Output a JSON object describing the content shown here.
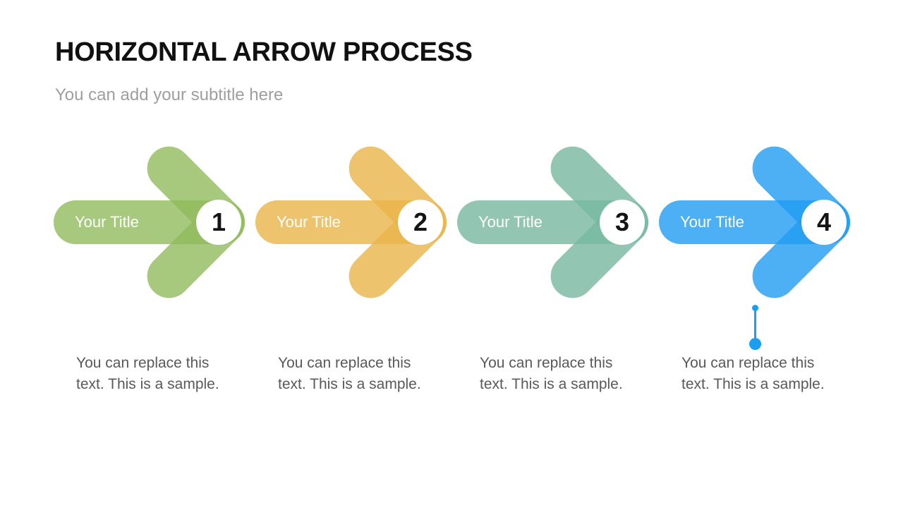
{
  "slide": {
    "title": "HORIZONTAL ARROW PROCESS",
    "subtitle": "You can add your subtitle here"
  },
  "steps": [
    {
      "number": "1",
      "title": "Your Title",
      "description_line1": "You can replace this",
      "description_line2": "text. This is a sample.",
      "color_name": "green",
      "color_rgb": "145,187,93"
    },
    {
      "number": "2",
      "title": "Your Title",
      "description_line1": "You can replace this",
      "description_line2": "text. This is a sample.",
      "color_name": "amber",
      "color_rgb": "234,180,72"
    },
    {
      "number": "3",
      "title": "Your Title",
      "description_line1": "You can replace this",
      "description_line2": "text. This is a sample.",
      "color_name": "teal",
      "color_rgb": "119,184,160"
    },
    {
      "number": "4",
      "title": "Your Title",
      "description_line1": "You can replace this",
      "description_line2": "text. This is a sample.",
      "color_name": "blue",
      "color_rgb": "32,156,241"
    }
  ],
  "pin": {
    "color": "#1c9ef0"
  },
  "colors": {
    "title_text": "#111111",
    "subtitle_text": "#9e9e9e",
    "description_text": "#595959",
    "bar_label_text": "#ffffff",
    "number_text": "#141414",
    "circle_fill": "#ffffff",
    "background": "#ffffff"
  }
}
